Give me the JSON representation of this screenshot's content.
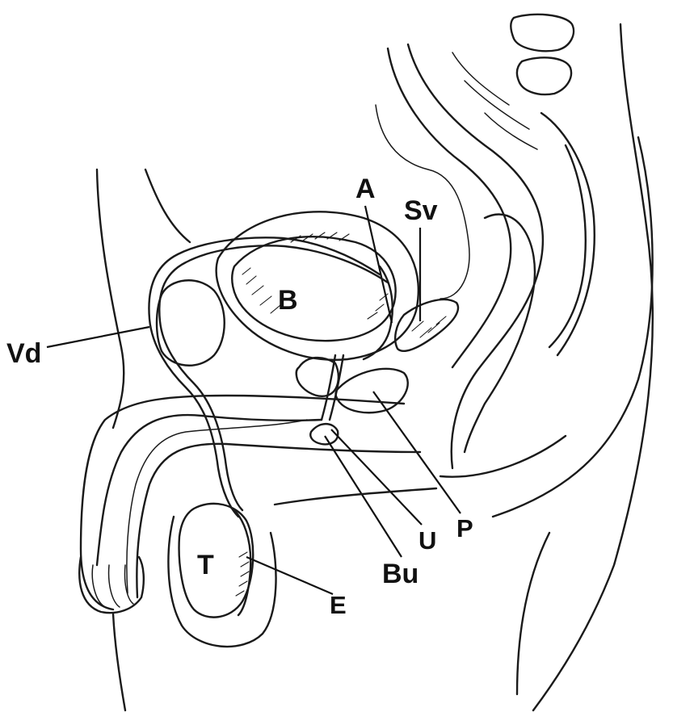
{
  "labels": {
    "A": "A",
    "Sv": "Sv",
    "B": "B",
    "Vd": "Vd",
    "P": "P",
    "U": "U",
    "Bu": "Bu",
    "T": "T",
    "E": "E"
  }
}
